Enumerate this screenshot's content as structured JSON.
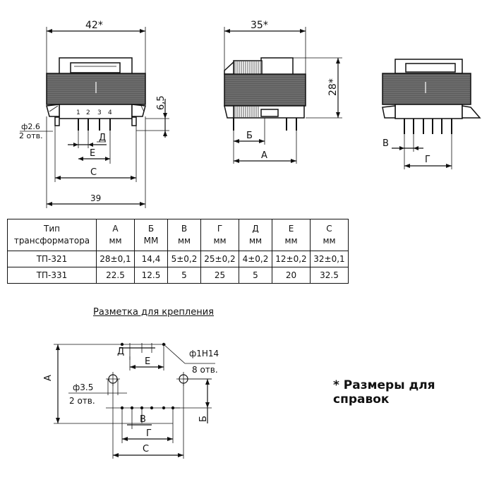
{
  "views": {
    "front": {
      "width_label": "42*",
      "height_label": "6,5",
      "hole_label_1": "ф2.6",
      "hole_label_2": "2 отв.",
      "pins": [
        "1",
        "2",
        "3",
        "4"
      ],
      "dim_d": "Д",
      "dim_e": "Е",
      "dim_c": "С",
      "overall_label": "39"
    },
    "side": {
      "width_label": "35*",
      "height_label": "28*",
      "dim_b": "Б",
      "dim_a": "А"
    },
    "right": {
      "dim_v": "В",
      "dim_g": "Г"
    }
  },
  "table": {
    "header_type_1": "Тип",
    "header_type_2": "трансформатора",
    "columns": [
      {
        "letter": "А",
        "unit": "мм"
      },
      {
        "letter": "Б",
        "unit": "ММ"
      },
      {
        "letter": "В",
        "unit": "мм"
      },
      {
        "letter": "Г",
        "unit": "мм"
      },
      {
        "letter": "Д",
        "unit": "мм"
      },
      {
        "letter": "Е",
        "unit": "мм"
      },
      {
        "letter": "С",
        "unit": "мм"
      }
    ],
    "rows": [
      {
        "type": "ТП-321",
        "values": [
          "28±0,1",
          "14,4",
          "5±0,2",
          "25±0,2",
          "4±0,2",
          "12±0,2",
          "32±0,1"
        ]
      },
      {
        "type": "ТП-331",
        "values": [
          "22.5",
          "12.5",
          "5",
          "25",
          "5",
          "20",
          "32.5"
        ]
      }
    ]
  },
  "layout": {
    "title": "Разметка для крепления",
    "dim_a": "А",
    "dim_d": "Д",
    "dim_e": "Е",
    "dim_b": "Б",
    "dim_v": "В",
    "dim_g": "Г",
    "dim_c": "С",
    "pin_hole_1": "ф1Н14",
    "pin_hole_2": "8 отв.",
    "mount_hole_1": "ф3.5",
    "mount_hole_2": "2 отв."
  },
  "note": "* Размеры для справок"
}
